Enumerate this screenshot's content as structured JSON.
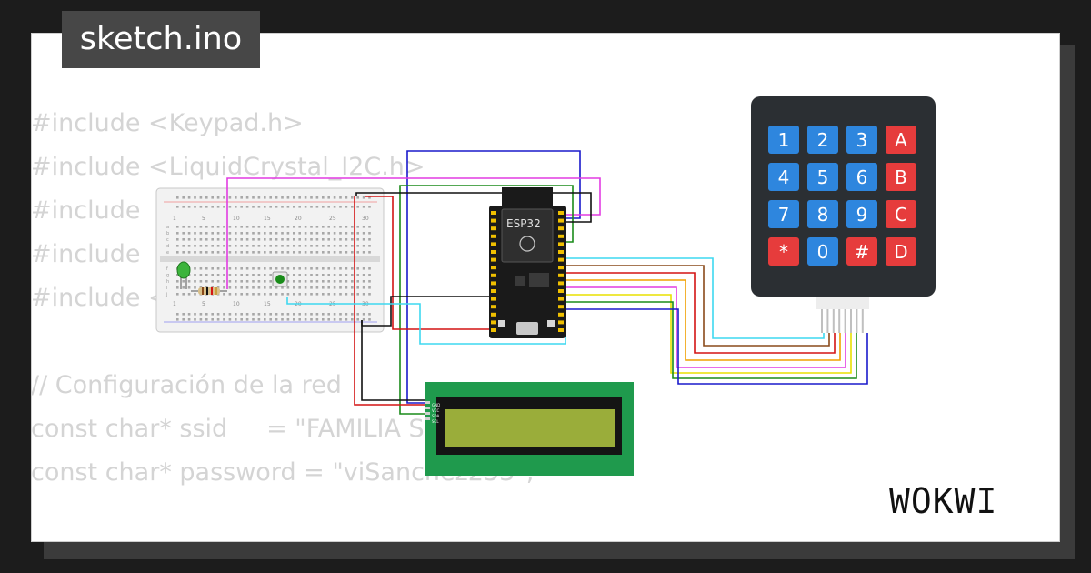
{
  "title": "sketch.ino",
  "code_lines": [
    "#include <Keypad.h>",
    "#include <LiquidCrystal_I2C.h>",
    "#include",
    "#include",
    "#include <WiFiUdp.h>",
    "",
    "// Configuración de la red",
    "const char* ssid     = \"FAMILIA SANCHEZ\";",
    "const char* password = \"viSanchez253\";"
  ],
  "brand": "WOKWI",
  "esp32": {
    "label": "ESP32"
  },
  "keypad": {
    "keys": [
      "1",
      "2",
      "3",
      "A",
      "4",
      "5",
      "6",
      "B",
      "7",
      "8",
      "9",
      "C",
      "*",
      "0",
      "#",
      "D"
    ]
  },
  "lcd": {
    "pins": [
      "GND",
      "VCC",
      "SDA",
      "SCL"
    ]
  },
  "breadboard": {
    "numbers": [
      "1",
      "5",
      "10",
      "15",
      "20",
      "25",
      "30"
    ],
    "rows": [
      "a",
      "b",
      "c",
      "d",
      "e",
      "f",
      "g",
      "h",
      "i",
      "j"
    ]
  },
  "colors": {
    "blue": "#1a1acc",
    "magenta": "#e23ce2",
    "green": "#1a8c1a",
    "red": "#d41414",
    "black": "#111111",
    "cyan": "#3ed8f0",
    "brown": "#8a4a1a",
    "orange": "#f0a000",
    "yellow": "#e8e000",
    "key_blue": "#2e86de",
    "key_red": "#e63c3c",
    "lcd_green": "#1f9a4d"
  }
}
